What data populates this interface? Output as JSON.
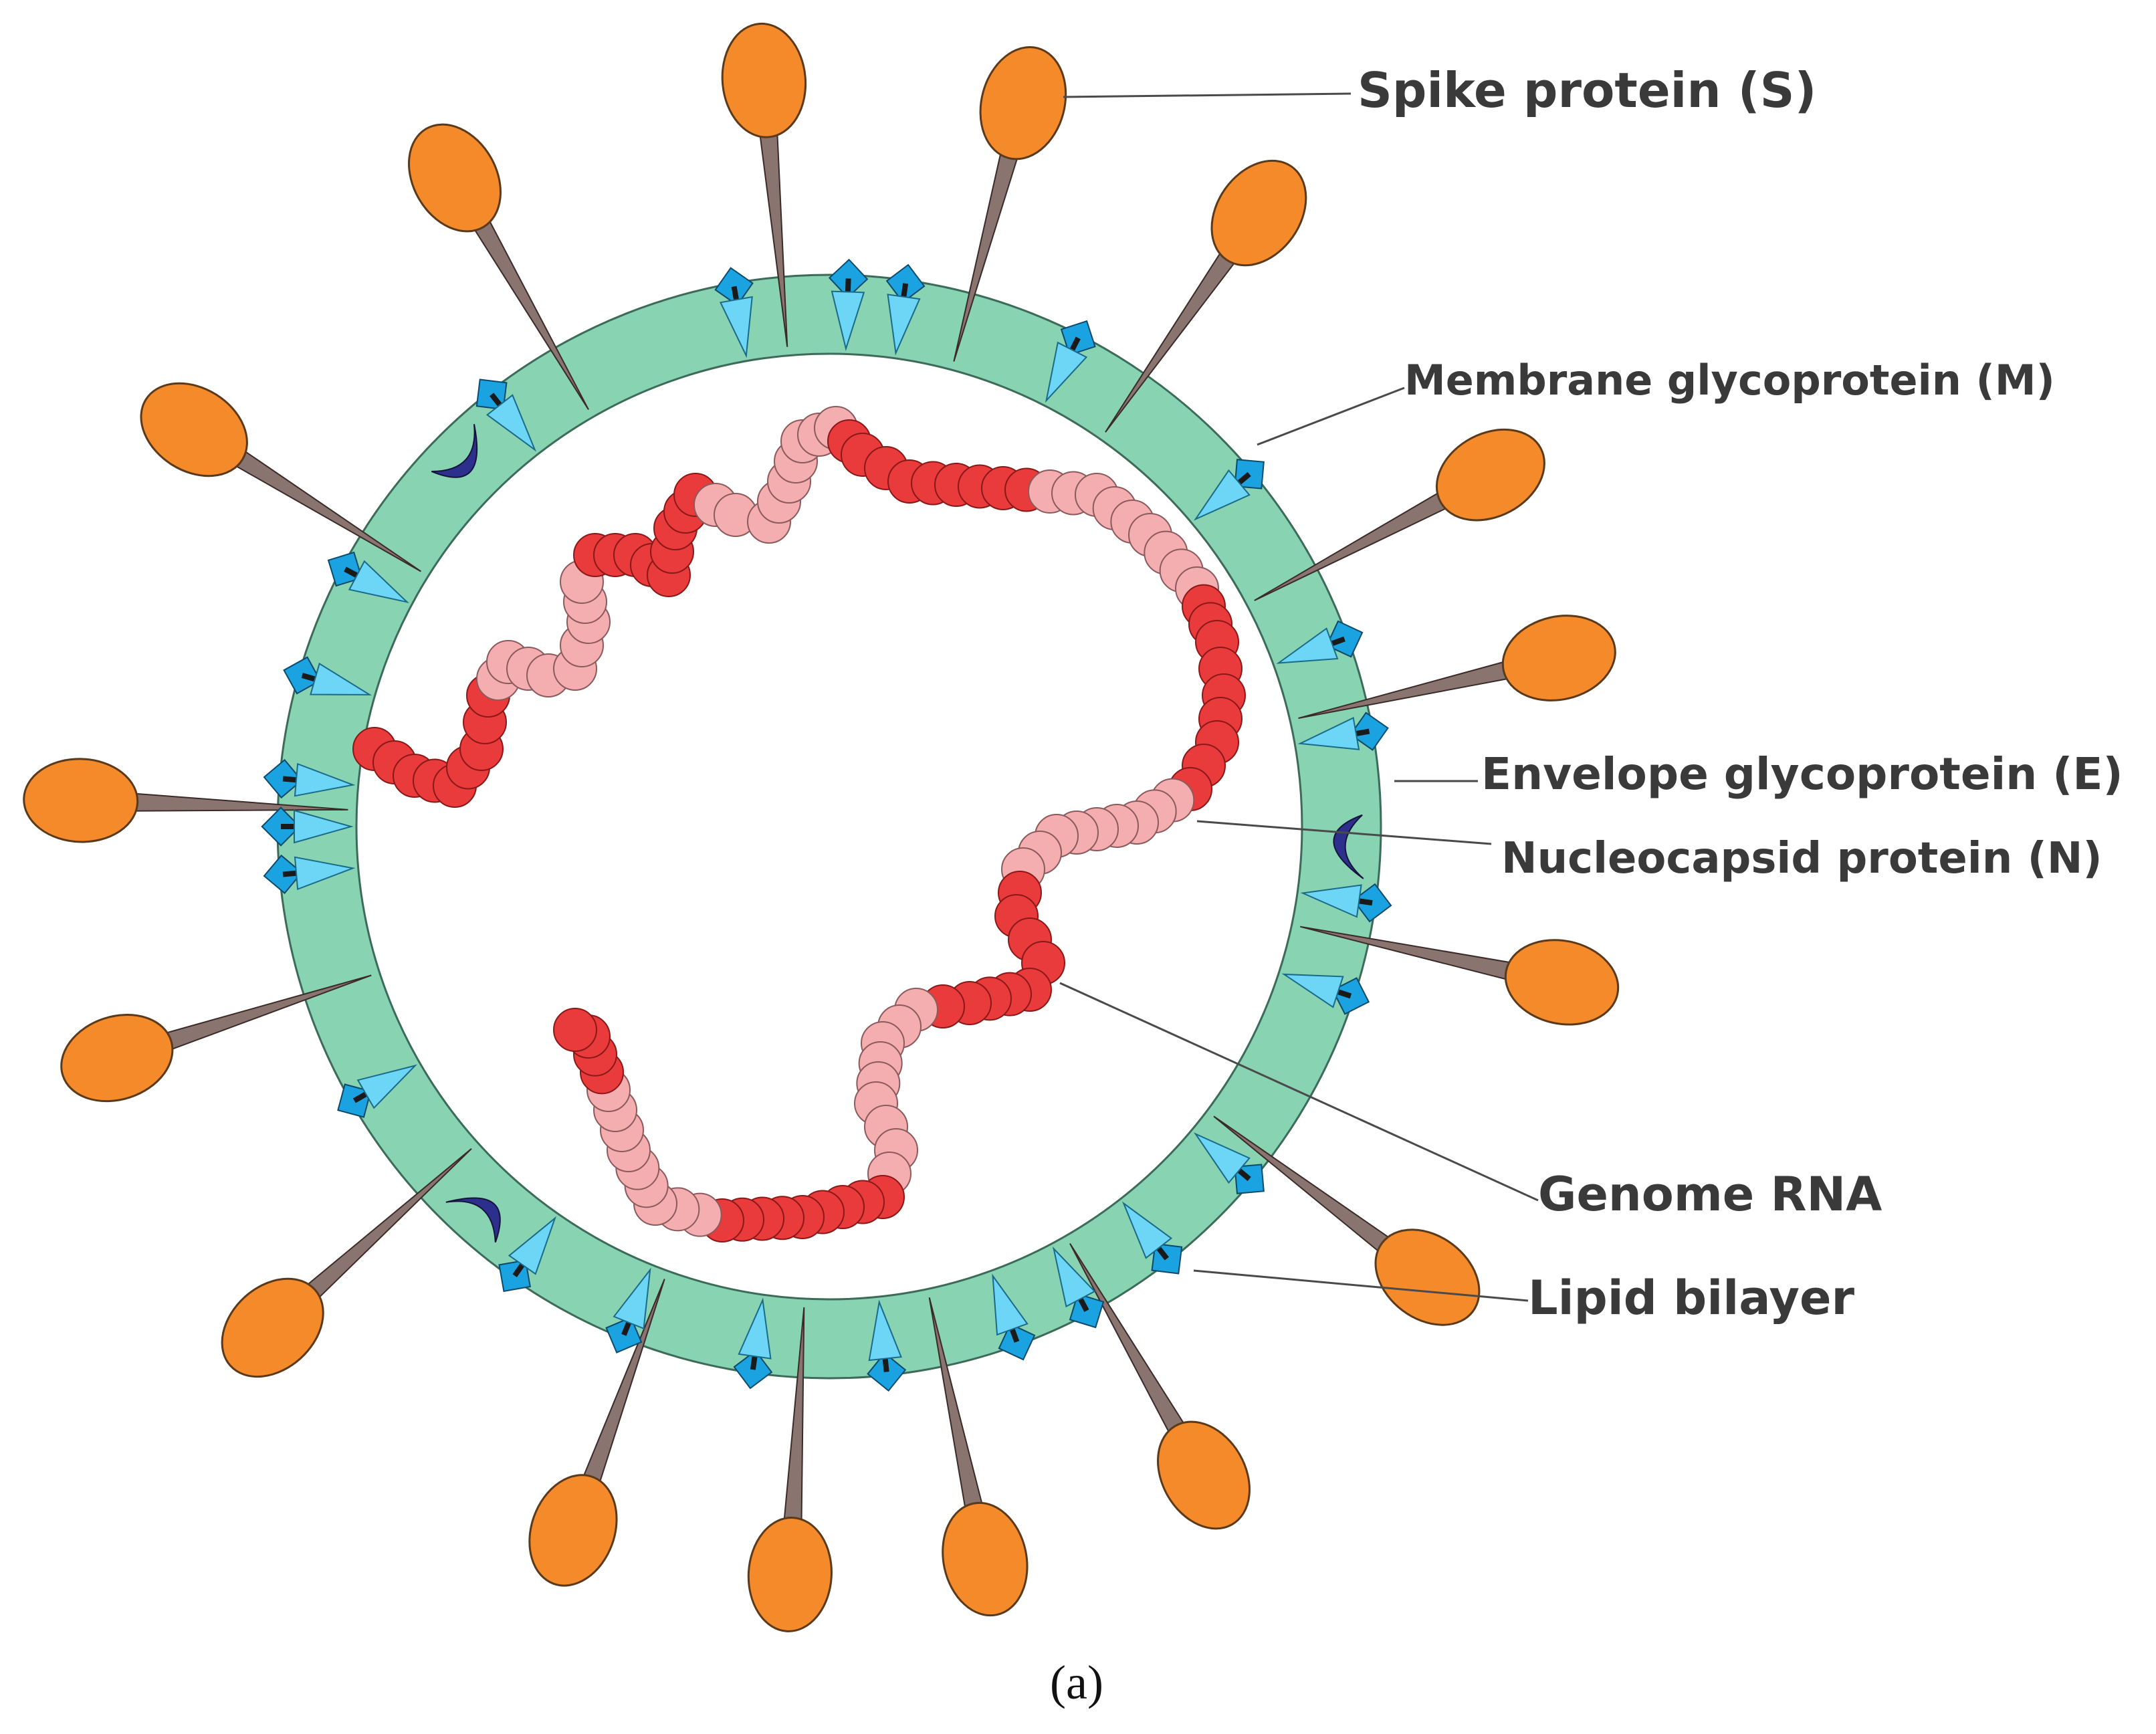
{
  "labels": {
    "spike": "Spike protein (S)",
    "membrane": "Membrane glycoprotein (M)",
    "envelope": "Envelope glycoprotein (E)",
    "nucleocapsid": "Nucleocapsid protein (N)",
    "genome": "Genome RNA",
    "lipid": "Lipid bilayer"
  },
  "caption": "(a)",
  "colors": {
    "lipid_bilayer": "#88d3b2",
    "spike_head": "#f58a2a",
    "spike_stalk": "#8a7470",
    "membrane_protein": "#1aa3e0",
    "membrane_wedge": "#6dd5f5",
    "envelope_protein": "#2d2f8c",
    "rna_dark": "#e93b3b",
    "rna_light": "#f5aeb0"
  }
}
